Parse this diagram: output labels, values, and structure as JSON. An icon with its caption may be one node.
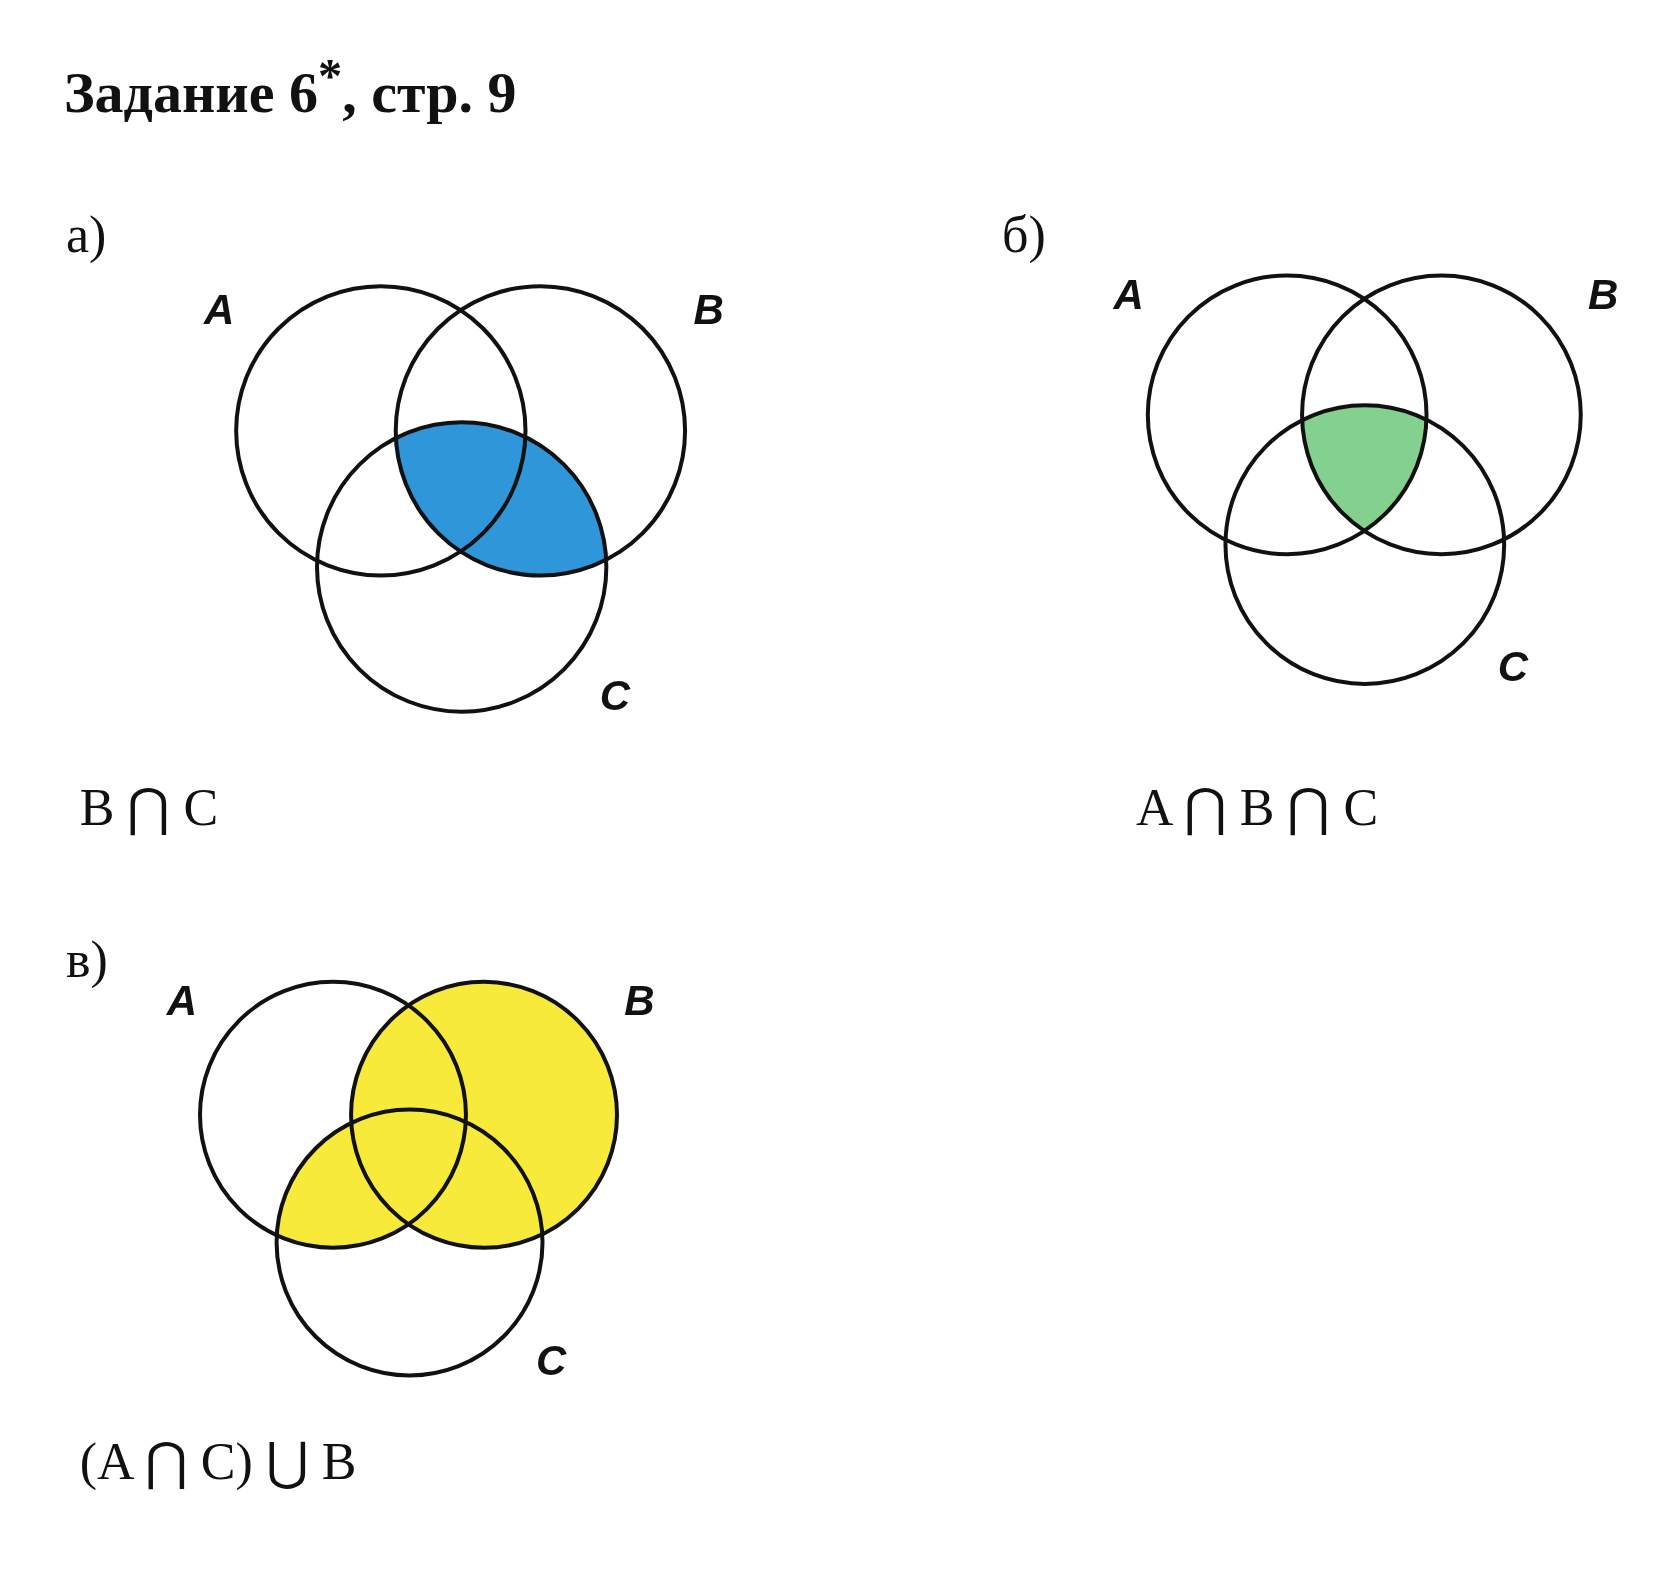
{
  "diagram": {
    "title": "Задание 6$^{*}$, стр. 9",
    "nodes": [
      {
        "text": [],
        "shape": "circle",
        "beside": [
          "A"
        ]
      },
      {
        "text": [],
        "shape": "circle",
        "beside": [
          "B"
        ]
      },
      {
        "text": [],
        "shape": "circle",
        "beside": [
          "C"
        ]
      },
      {
        "text": [],
        "shape": "circle",
        "beside": [
          "A"
        ]
      },
      {
        "text": [],
        "shape": "circle",
        "beside": [
          "B"
        ]
      },
      {
        "text": [],
        "shape": "circle",
        "beside": [
          "C"
        ]
      },
      {
        "text": [],
        "shape": "circle",
        "beside": [
          "A"
        ]
      },
      {
        "text": [],
        "shape": "circle",
        "beside": [
          "B"
        ]
      },
      {
        "text": [],
        "shape": "circle",
        "beside": [
          "C"
        ]
      }
    ],
    "edges": [],
    "labels": [
      "а)",
      "б)",
      "B ⋂ C",
      "A ⋂ B ⋂ C",
      "в)",
      "(A ⋂ C) ⋃ B"
    ]
  }
}
